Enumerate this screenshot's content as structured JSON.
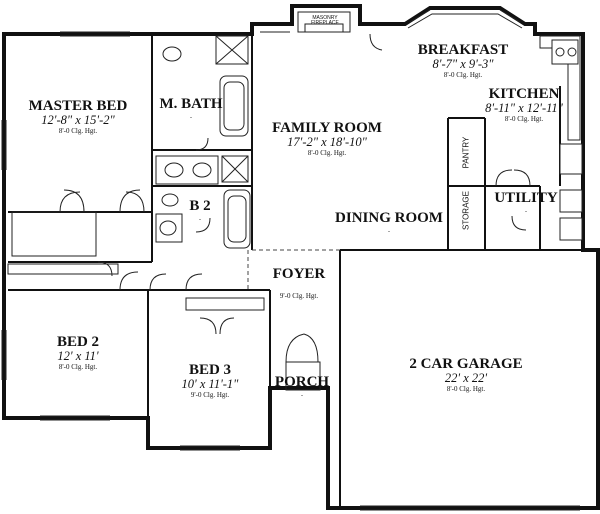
{
  "rooms": {
    "master_bed": {
      "name": "MASTER BED",
      "dims": "12'-8\" x 15'-2\"",
      "ceiling": "8'-0 Clg. Hgt."
    },
    "m_bath": {
      "name": "M. BATH",
      "marker": "."
    },
    "family_room": {
      "name": "FAMILY ROOM",
      "dims": "17'-2\" x 18'-10\"",
      "ceiling": "8'-0 Clg. Hgt."
    },
    "breakfast": {
      "name": "BREAKFAST",
      "dims": "8'-7\" x 9'-3\"",
      "ceiling": "8'-0 Clg. Hgt."
    },
    "kitchen": {
      "name": "KITCHEN",
      "dims": "8'-11\" x 12'-11\"",
      "ceiling": "8'-0 Clg. Hgt."
    },
    "b2": {
      "name": "B 2",
      "marker": "."
    },
    "dining_room": {
      "name": "DINING ROOM",
      "marker": "."
    },
    "utility": {
      "name": "UTILITY",
      "marker": "."
    },
    "pantry": {
      "name": "PANTRY"
    },
    "storage": {
      "name": "STORAGE"
    },
    "foyer": {
      "name": "FOYER",
      "ceiling": "9'-0 Clg. Hgt."
    },
    "bed2": {
      "name": "BED 2",
      "dims": "12' x 11'",
      "ceiling": "8'-0 Clg. Hgt."
    },
    "bed3": {
      "name": "BED 3",
      "dims": "10' x 11'-1\"",
      "ceiling": "9'-0 Clg. Hgt."
    },
    "porch": {
      "name": "PORCH",
      "marker": "."
    },
    "garage": {
      "name": "2 CAR GARAGE",
      "dims": "22' x 22'",
      "ceiling": "8'-0 Clg. Hgt."
    }
  },
  "fireplace": {
    "line1": "MASONRY",
    "line2": "FIREPLACE"
  }
}
